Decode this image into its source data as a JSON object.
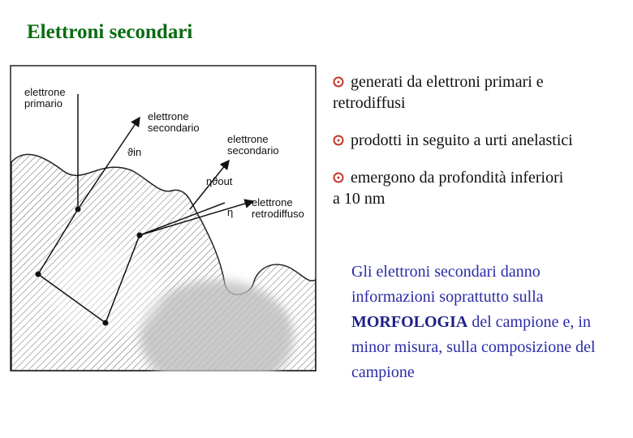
{
  "slide": {
    "title": "Elettroni secondari"
  },
  "diagram": {
    "labels": {
      "primary": [
        "elettrone",
        "primario"
      ],
      "secondary_a": [
        "elettrone",
        "secondario"
      ],
      "secondary_b": [
        "elettrone",
        "secondario"
      ],
      "backscattered": [
        "elettrone",
        "retrodiffuso"
      ],
      "theta_in": "ϑin",
      "eta_theta_out": "ηϑout",
      "eta": "η"
    }
  },
  "bullets": [
    {
      "line1": "generati da  elettroni primari e",
      "line2": "retrodiffusi",
      "icon": "swirl-icon",
      "color": "#c0392b"
    },
    {
      "line1": "prodotti in seguito a urti anelastici",
      "line2": "",
      "icon": "swirl-icon",
      "color": "#c0392b"
    },
    {
      "line1": "emergono da profondità inferiori",
      "line2": "a 10 nm",
      "icon": "swirl-icon",
      "color": "#c0392b"
    }
  ],
  "note": {
    "part1": "Gli elettroni secondari danno informazioni soprattutto sulla ",
    "emphasis": "MORFOLOGIA",
    "part2": " del campione e, in minor misura, sulla composizione del campione"
  }
}
